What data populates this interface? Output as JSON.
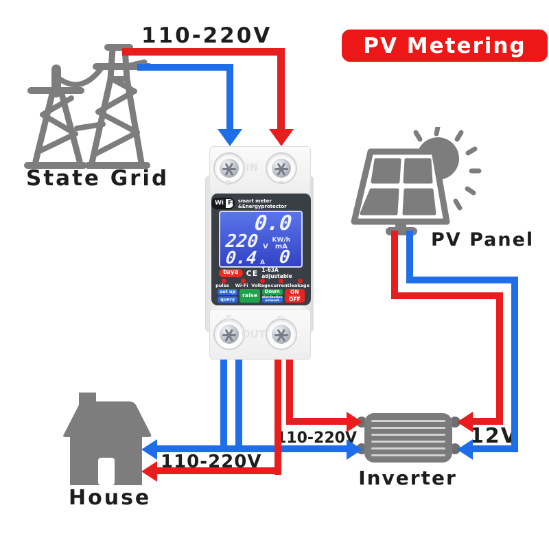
{
  "banner": {
    "label": "PV Metering"
  },
  "labels": {
    "top_voltage": "110-220V",
    "state_grid": "State Grid",
    "pv_panel": "PV Panel",
    "house": "House",
    "house_voltage": "110-220V",
    "inverter": "Inverter",
    "inverter_ac": "110-220V",
    "inverter_dc": "12V"
  },
  "meter": {
    "brand_wi": "Wi",
    "brand_fi": "Fi",
    "title": "smart meter &Energyprotector",
    "terminal_in": "IN",
    "terminal_out": "OUT",
    "terminal_n": "N",
    "terminal_l": "L",
    "lcd": {
      "energy": "0.0",
      "energy_unit": "KW/h",
      "voltage": "220",
      "voltage_unit": "V",
      "current": "0.4",
      "current_unit": "A",
      "leakage": "0",
      "leakage_unit": "mA"
    },
    "cert": {
      "logo": "tuya",
      "ce": "CE",
      "rating": "1-63A adjustable"
    },
    "indicators": [
      "pulse",
      "Wi-Fi",
      "Voltage",
      "current",
      "leakage"
    ],
    "buttons": {
      "setup_top": "set up",
      "setup_bottom": "query",
      "raise": "raise",
      "down": "Down",
      "network": "distribution network",
      "on": "ON",
      "off": "OFF"
    }
  },
  "colors": {
    "wire_red": "#e81d1d",
    "wire_blue": "#1d6ee8",
    "banner_red": "#ed1717",
    "icon_gray": "#7d7d7d",
    "lcd_blue": "#4257d6"
  }
}
